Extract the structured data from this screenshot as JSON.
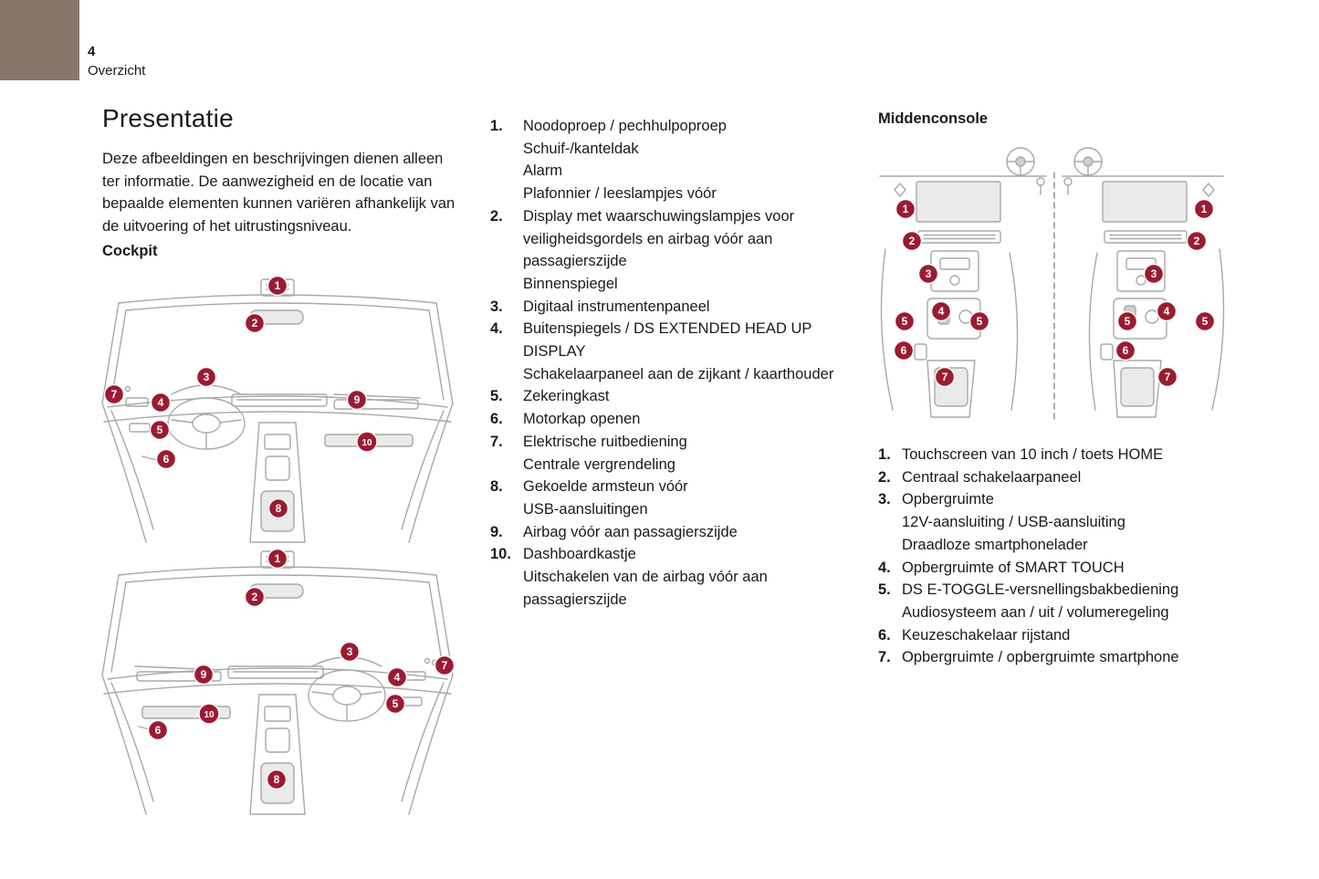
{
  "colors": {
    "badge": "#9b1b31",
    "corner": "#877669",
    "sketch": "#a8a8a8"
  },
  "markers": [
    "1",
    "2",
    "3",
    "4",
    "5",
    "6",
    "7",
    "8",
    "9",
    "10"
  ],
  "page": {
    "number": "4",
    "section": "Overzicht"
  },
  "presentation": {
    "title": "Presentatie",
    "intro": "Deze afbeeldingen en beschrijvingen dienen alleen ter informatie. De aanwezigheid en de locatie van bepaalde elementen kunnen variëren afhankelijk van de uitvoering of het uitrustingsniveau."
  },
  "cockpit": {
    "heading": "Cockpit",
    "items": [
      {
        "num": "1.",
        "lines": [
          "Noodoproep / pechhulpoproep",
          "Schuif-/kanteldak",
          "Alarm",
          "Plafonnier / leeslampjes vóór"
        ]
      },
      {
        "num": "2.",
        "lines": [
          "Display met waarschuwingslampjes voor veiligheidsgordels en airbag vóór aan passagierszijde",
          "Binnenspiegel"
        ]
      },
      {
        "num": "3.",
        "lines": [
          "Digitaal instrumentenpaneel"
        ]
      },
      {
        "num": "4.",
        "lines": [
          "Buitenspiegels / DS EXTENDED HEAD UP DISPLAY",
          "Schakelaarpaneel aan de zijkant / kaarthouder"
        ]
      },
      {
        "num": "5.",
        "lines": [
          "Zekeringkast"
        ]
      },
      {
        "num": "6.",
        "lines": [
          "Motorkap openen"
        ]
      },
      {
        "num": "7.",
        "lines": [
          "Elektrische ruitbediening",
          "Centrale vergrendeling"
        ]
      },
      {
        "num": "8.",
        "lines": [
          "Gekoelde armsteun vóór",
          "USB-aansluitingen"
        ]
      },
      {
        "num": "9.",
        "lines": [
          "Airbag vóór aan passagierszijde"
        ]
      },
      {
        "num": "10.",
        "lines": [
          "Dashboardkastje",
          "Uitschakelen van de airbag vóór aan passagierszijde"
        ]
      }
    ]
  },
  "console": {
    "heading": "Middenconsole",
    "items": [
      {
        "num": "1.",
        "lines": [
          "Touchscreen van 10 inch / toets HOME"
        ]
      },
      {
        "num": "2.",
        "lines": [
          "Centraal schakelaarpaneel"
        ]
      },
      {
        "num": "3.",
        "lines": [
          "Opbergruimte",
          "12V-aansluiting / USB-aansluiting",
          "Draadloze smartphonelader"
        ]
      },
      {
        "num": "4.",
        "lines": [
          "Opbergruimte of SMART TOUCH"
        ]
      },
      {
        "num": "5.",
        "lines": [
          "DS E-TOGGLE-versnellingsbakbediening",
          "Audiosysteem aan / uit / volumeregeling"
        ]
      },
      {
        "num": "6.",
        "lines": [
          "Keuzeschakelaar rijstand"
        ]
      },
      {
        "num": "7.",
        "lines": [
          "Opbergruimte / opbergruimte smartphone"
        ]
      }
    ]
  }
}
